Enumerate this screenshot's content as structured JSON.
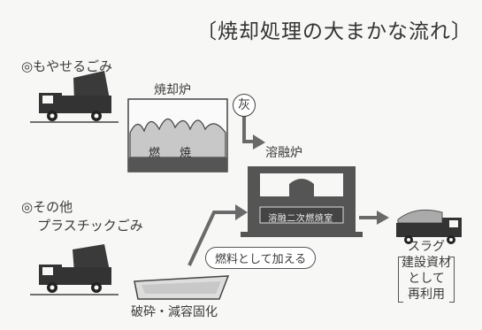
{
  "title": "〔焼却処理の大まかな流れ〕",
  "sources": {
    "burnable": "◎もやせるごみ",
    "other_line1": "◎その他",
    "other_line2": "プラスチックごみ"
  },
  "incinerator": {
    "label": "焼却炉",
    "burn_text": "燃焼"
  },
  "ash_label": "灰",
  "melting_furnace": {
    "label": "溶融炉",
    "chamber_text": "溶融二次燃焼室"
  },
  "fuel_label": "燃料として加える",
  "crush_label": "破砕・減容固化",
  "slag": {
    "title": "スラグ",
    "lines": [
      "建設資材",
      "として",
      "再利用"
    ]
  },
  "colors": {
    "furnace_fill": "#555555",
    "ash_fill": "#c8c8c8",
    "truck_body": "#333333",
    "arrow": "#6a6a6a"
  }
}
